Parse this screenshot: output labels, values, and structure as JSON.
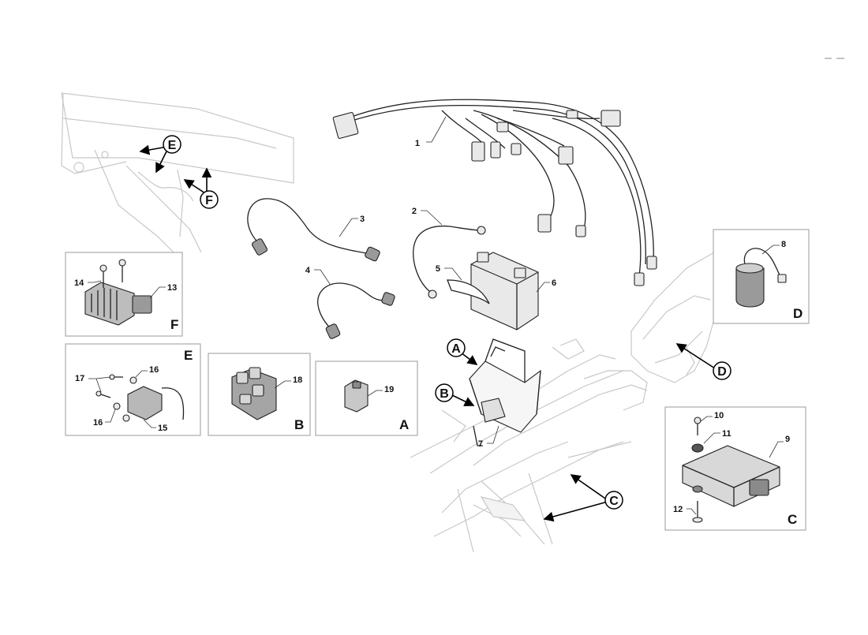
{
  "callouts": {
    "A": "A",
    "B": "B",
    "C": "C",
    "D": "D",
    "E": "E",
    "F": "F"
  },
  "boxes": {
    "F": {
      "letter": "F",
      "items": [
        "14",
        "13"
      ]
    },
    "E": {
      "letter": "E",
      "items": [
        "17",
        "16",
        "16",
        "15"
      ]
    },
    "B": {
      "letter": "B",
      "items": [
        "18"
      ]
    },
    "A": {
      "letter": "A",
      "items": [
        "19"
      ]
    },
    "D": {
      "letter": "D",
      "items": [
        "8"
      ]
    },
    "C": {
      "letter": "C",
      "items": [
        "10",
        "11",
        "9",
        "12"
      ]
    }
  },
  "parts": {
    "p1": "1",
    "p2": "2",
    "p3": "3",
    "p4": "4",
    "p5": "5",
    "p6": "6",
    "p7": "7"
  }
}
